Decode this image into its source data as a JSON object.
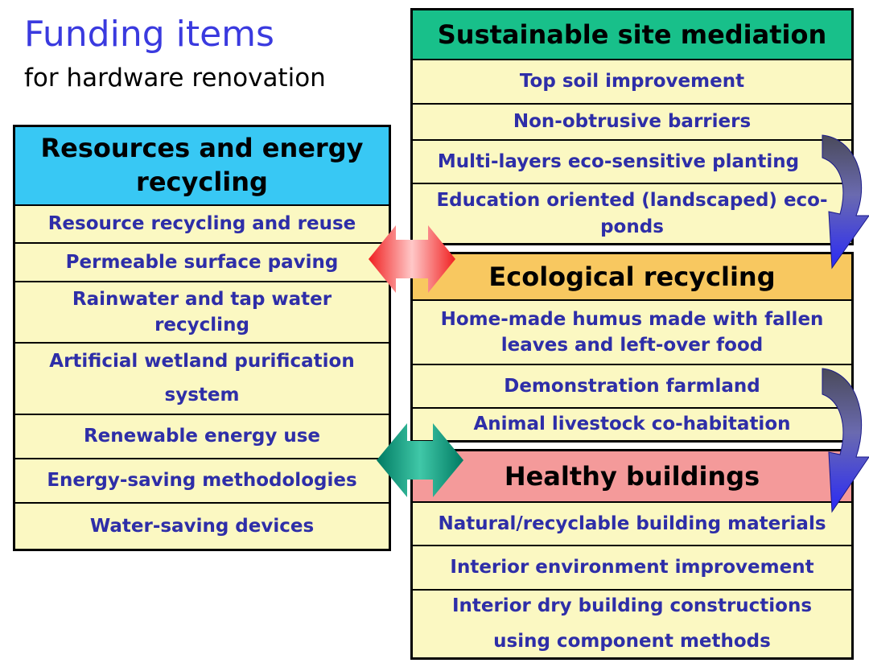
{
  "title": "Funding items",
  "subtitle": "for hardware renovation",
  "left_panel": {
    "header": "Resources and energy recycling",
    "items": [
      "Resource recycling and reuse",
      "Permeable surface paving",
      "Rainwater and tap water recycling",
      "Artificial wetland purification system",
      "Renewable energy  use",
      "Energy-saving methodologies",
      "Water-saving devices"
    ]
  },
  "sections": [
    {
      "header": "Sustainable site mediation",
      "header_color": "#18c08a",
      "items": [
        "Top soil improvement",
        "Non-obtrusive barriers",
        "Multi-layers eco-sensitive planting",
        "Education oriented (landscaped) eco-ponds"
      ]
    },
    {
      "header": "Ecological recycling",
      "header_color": "#f8c860",
      "items": [
        "Home-made humus made with fallen leaves and left-over food",
        "Demonstration farmland",
        "Animal livestock co-habitation"
      ]
    },
    {
      "header": "Healthy buildings",
      "header_color": "#f49a9a",
      "items": [
        "Natural/recyclable building materials",
        "Interior environment improvement",
        "Interior dry building constructions using component methods"
      ]
    }
  ],
  "colors": {
    "title": "#3a3adf",
    "item_text": "#2e2ea8",
    "cell_fill": "#fbf8c2",
    "left_header": "#38c8f4",
    "red_arrow": "#f03838",
    "green_arrow": "#0a8a70",
    "curved_arrow": "#3d3df0"
  },
  "icons": [
    "double-arrow-red-icon",
    "double-arrow-green-icon",
    "curved-arrow-icon"
  ]
}
